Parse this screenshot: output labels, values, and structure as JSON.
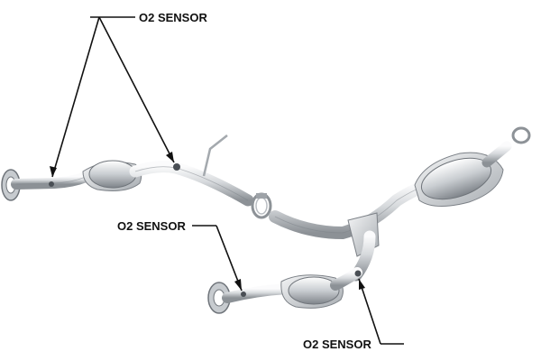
{
  "callouts": [
    {
      "label": "O2 SENSOR"
    },
    {
      "label": "O2 SENSOR"
    },
    {
      "label": "O2 SENSOR"
    }
  ],
  "colors": {
    "metal_light": "#e9ebed",
    "metal_mid": "#b9bdc2",
    "metal_dark": "#7c8187",
    "line": "#111111"
  },
  "icons": [
    "catalytic-converter",
    "flange",
    "pipe-clamp",
    "gasket-ring",
    "o2-sensor-bung"
  ]
}
